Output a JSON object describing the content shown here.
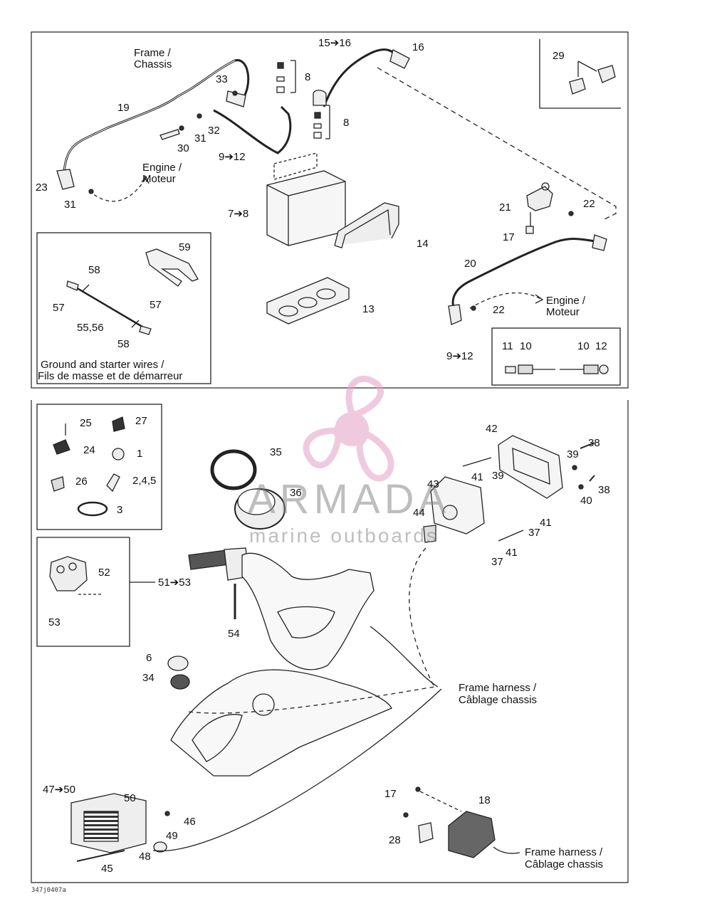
{
  "labels": {
    "frame_chassis": [
      "Frame /",
      "Chassis"
    ],
    "engine_moteur_left": [
      "Engine /",
      "Moteur"
    ],
    "engine_moteur_right": [
      "Engine /",
      "Moteur"
    ],
    "frame_harness_mid": [
      "Frame harness /",
      "Câblage chassis"
    ],
    "frame_harness_bottom": [
      "Frame harness /",
      "Câblage chassis"
    ],
    "ground_starter": [
      "Ground and starter wires /",
      "Fils de masse et de démarreur"
    ]
  },
  "callouts": {
    "c15_16": "15➔16",
    "c16": "16",
    "c8a": "8",
    "c8b": "8",
    "c33": "33",
    "c19": "19",
    "c32": "32",
    "c31a": "31",
    "c30": "30",
    "c9_12a": "9➔12",
    "c23": "23",
    "c31b": "31",
    "c7_8": "7➔8",
    "c14": "14",
    "c13": "13",
    "c29": "29",
    "c21": "21",
    "c22a": "22",
    "c17a": "17",
    "c20": "20",
    "c22b": "22",
    "c59": "59",
    "c58a": "58",
    "c57a": "57",
    "c57b": "57",
    "c55_56": "55,56",
    "c58b": "58",
    "c9_12b": "9➔12",
    "c11": "11",
    "c10a": "10",
    "c10b": "10",
    "c12": "12",
    "c25": "25",
    "c27": "27",
    "c24": "24",
    "c1": "1",
    "c26": "26",
    "c2_4_5": "2,4,5",
    "c3": "3",
    "c35": "35",
    "c36": "36",
    "c42": "42",
    "c38a": "38",
    "c39a": "39",
    "c41a": "41",
    "c39b": "39",
    "c38b": "38",
    "c40": "40",
    "c43": "43",
    "c44": "44",
    "c41b": "41",
    "c37a": "37",
    "c41c": "41",
    "c37b": "37",
    "c52": "52",
    "c51_53": "51➔53",
    "c53": "53",
    "c54": "54",
    "c6": "6",
    "c34": "34",
    "c47_50": "47➔50",
    "c50": "50",
    "c46": "46",
    "c49": "49",
    "c48": "48",
    "c45": "45",
    "c17b": "17",
    "c18": "18",
    "c28": "28"
  },
  "watermark": {
    "title": "ARMADA",
    "subtitle": "marine outboards",
    "color": "#e8a6c8"
  },
  "figure_ref": "347j0407a",
  "colors": {
    "line": "#222222",
    "part_fill": "#f2f2f2",
    "dark": "#444444",
    "logo": "#e3a0c4",
    "logo_fill": "#f4c6dc"
  }
}
